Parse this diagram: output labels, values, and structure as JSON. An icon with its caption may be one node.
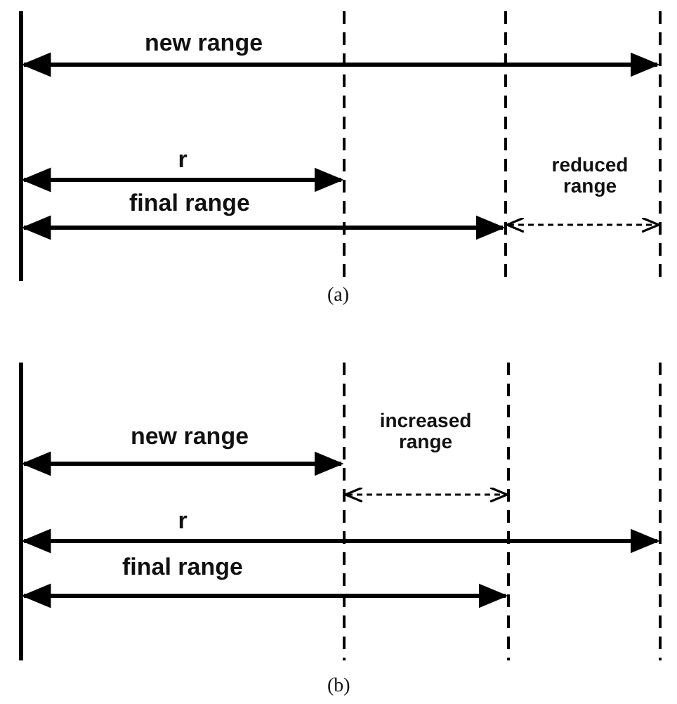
{
  "diagram": {
    "labels": [
      "new range",
      "r",
      "reduced range",
      "final range",
      "(a)",
      "new range",
      "increased range",
      "r",
      "final range",
      "(b)"
    ]
  }
}
